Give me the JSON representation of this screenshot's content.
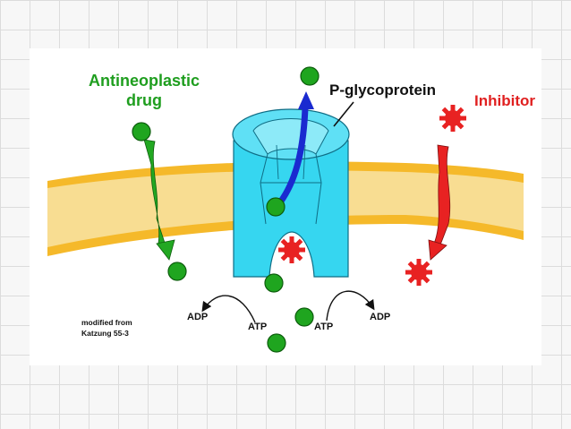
{
  "labels": {
    "drug_line1": "Antineoplastic",
    "drug_line2": "drug",
    "protein": "P-glycoprotein",
    "inhibitor": "Inhibitor",
    "adp_left": "ADP",
    "atp_left": "ATP",
    "atp_right": "ATP",
    "adp_right": "ADP",
    "credit_line1": "modified from",
    "credit_line2": "Katzung 55-3"
  },
  "colors": {
    "drug": "#1fa51f",
    "inhibitor": "#e82222",
    "pump": "#33d4ee",
    "membrane_outer": "#f5b92a",
    "membrane_inner": "#f7dc8c",
    "efflux_arrow": "#1a2ad0"
  }
}
